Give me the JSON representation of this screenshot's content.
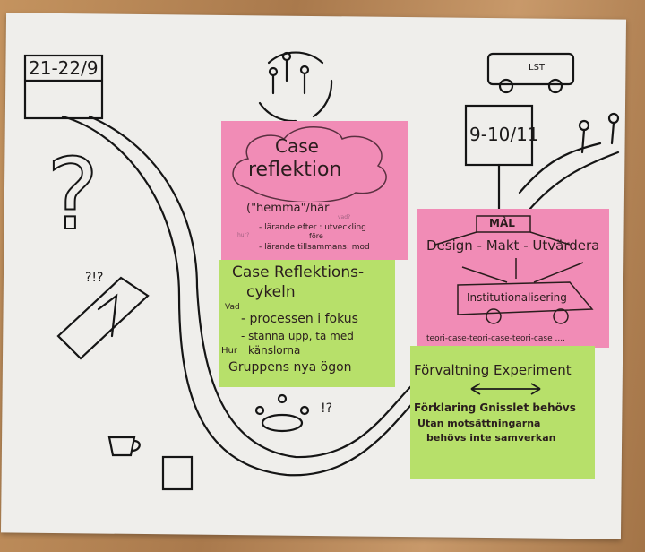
{
  "board": {
    "date_start": "21-22/9",
    "date_end": "9-10/11",
    "bus_label": "LST",
    "question_mark": "?",
    "small_marks": "?!?",
    "small_marks_2": "!?"
  },
  "note_case": {
    "title_line1": "Case",
    "title_line2": "reflektion",
    "subtitle": "(\"hemma\"/här",
    "item1": "- lärande efter : utveckling",
    "item1b": "före",
    "item2": "- lärande tillsammans: mod",
    "side1": "vad?",
    "side2": "hur?"
  },
  "note_cycle": {
    "title_line1": "Case Reflektions-",
    "title_line2": "cykeln",
    "label_vad": "Vad",
    "item1": "- processen i fokus",
    "item2": "- stanna upp, ta med",
    "label_hur": "Hur",
    "item3": "känslorna",
    "item4": "Gruppens nya ögon"
  },
  "note_goal": {
    "box": "MÅL",
    "line": "Design - Makt - Utvärdera",
    "bus_text": "Institutionalisering",
    "footer": "teori-case-teori-case-teori-case ...."
  },
  "note_admin": {
    "title": "Förvaltning Experiment",
    "line1": "Förklaring Gnisslet behövs",
    "line2": "Utan motsättningarna",
    "line3": "behövs inte samverkan"
  }
}
